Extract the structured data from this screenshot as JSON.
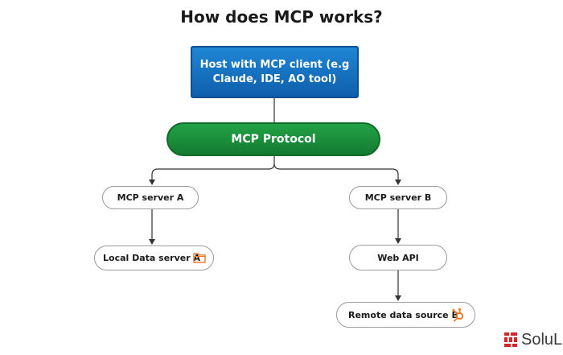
{
  "title": "How does MCP works?",
  "nodes": {
    "host": {
      "line1": "Host with MCP client (e.g",
      "line2": "Claude, IDE, AO tool)"
    },
    "protocol": "MCP Protocol",
    "server_a": "MCP server A",
    "server_b": "MCP server B",
    "local_data": "Local Data server A",
    "web_api": "Web API",
    "remote_source": "Remote data source B"
  },
  "icons": {
    "local_data": "folder-icon",
    "remote_source": "hubspot-icon"
  },
  "brand": {
    "text": "SoluLa"
  },
  "colors": {
    "host_fill": "#1576c6",
    "protocol_fill": "#1b8f3c",
    "icon_accent": "#f07a2a",
    "brand_red": "#d4262b"
  }
}
